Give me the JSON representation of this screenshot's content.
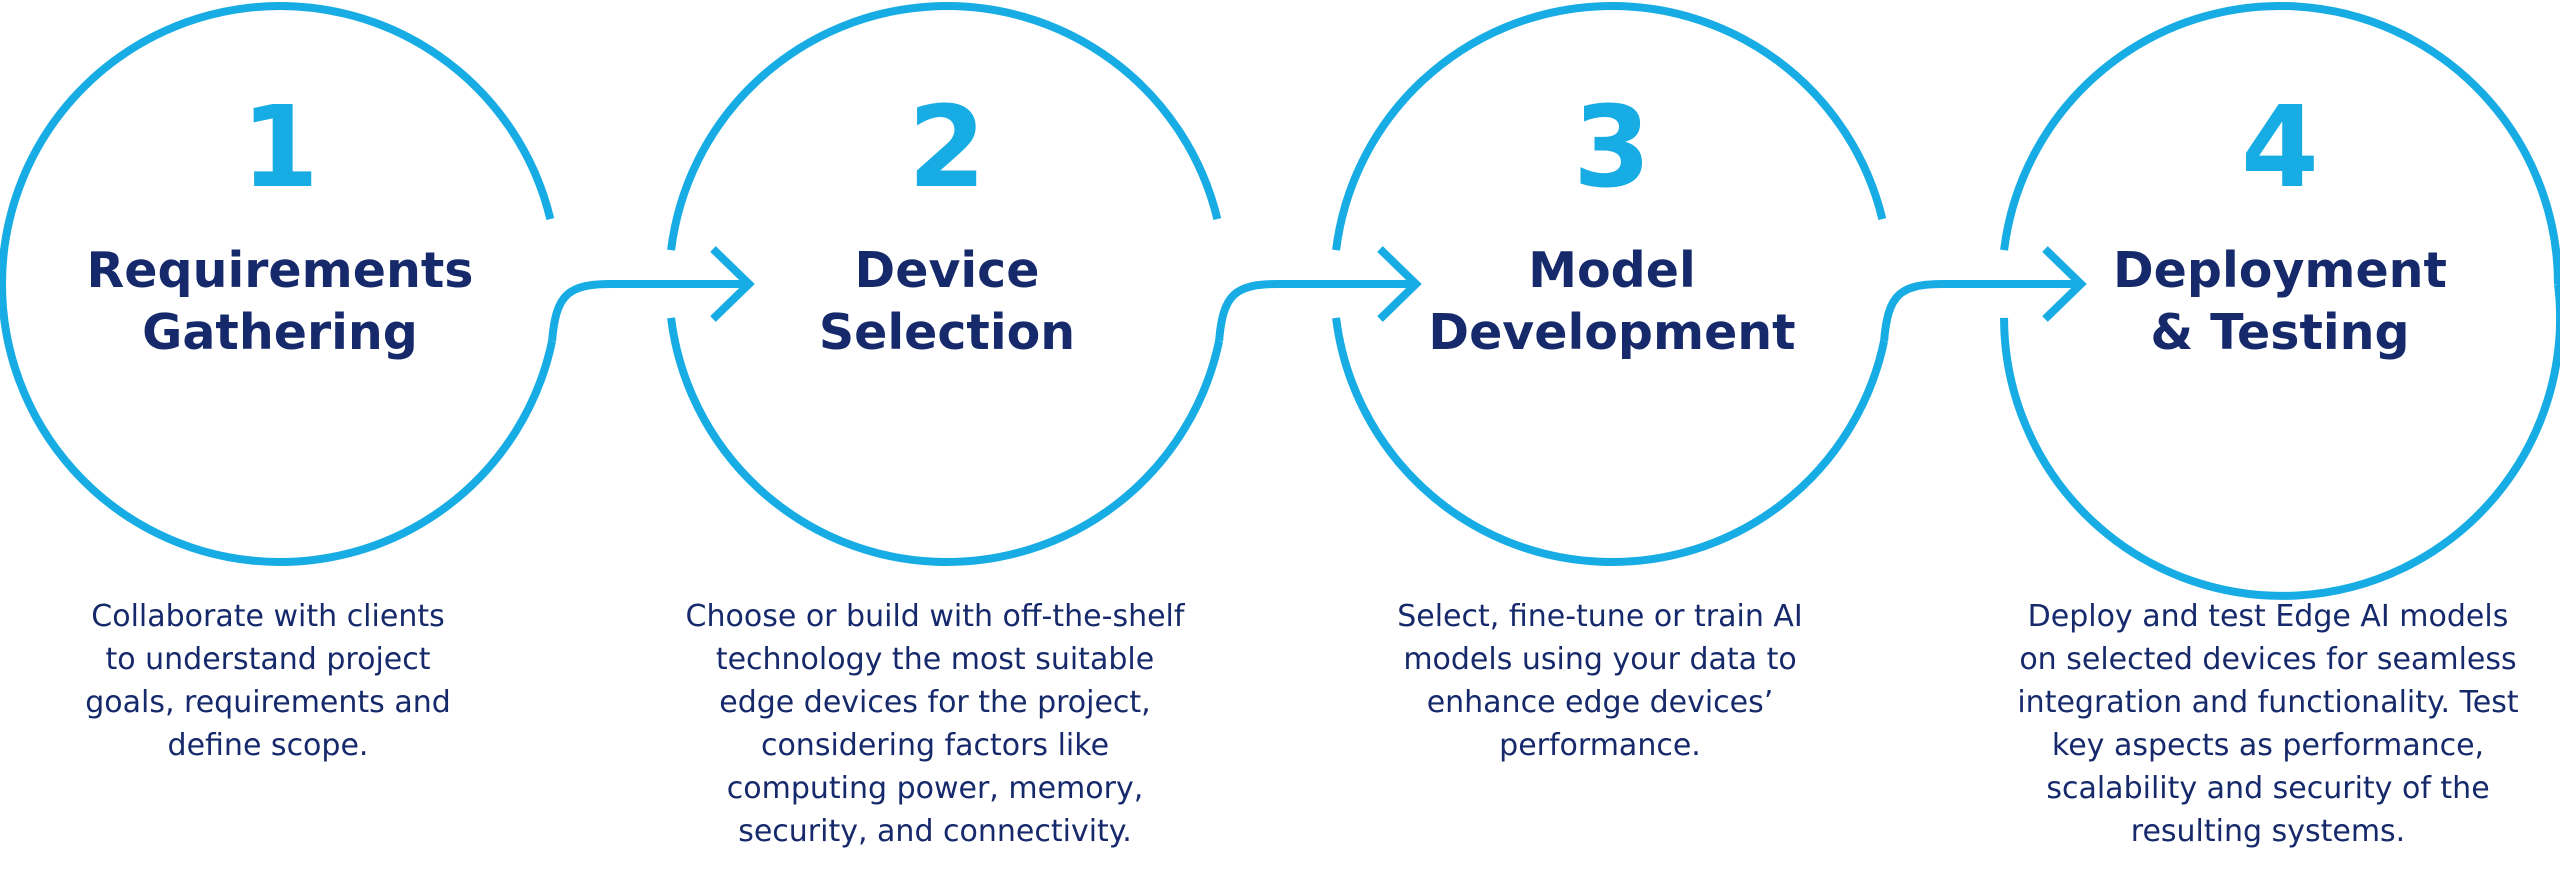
{
  "colors": {
    "accent": "#17ade4",
    "text": "#15296b"
  },
  "steps": [
    {
      "number": "1",
      "title_lines": [
        "Requirements",
        "Gathering"
      ],
      "description_lines": [
        "Collaborate with clients",
        "to understand project",
        "goals, requirements and",
        "define scope."
      ]
    },
    {
      "number": "2",
      "title_lines": [
        "Device",
        "Selection"
      ],
      "description_lines": [
        "Choose or build with off-the-shelf",
        "technology the most suitable",
        "edge devices for the project,",
        "considering factors like",
        "computing power, memory,",
        "security, and connectivity."
      ]
    },
    {
      "number": "3",
      "title_lines": [
        "Model",
        "Development"
      ],
      "description_lines": [
        "Select, fine-tune or train AI",
        "models using your data to",
        "enhance edge devices’",
        "performance."
      ]
    },
    {
      "number": "4",
      "title_lines": [
        "Deployment",
        "& Testing"
      ],
      "description_lines": [
        "Deploy and test Edge AI models",
        "on selected devices for seamless",
        "integration and functionality. Test",
        "key aspects as performance,",
        "scalability and security of the",
        "resulting systems."
      ]
    }
  ]
}
